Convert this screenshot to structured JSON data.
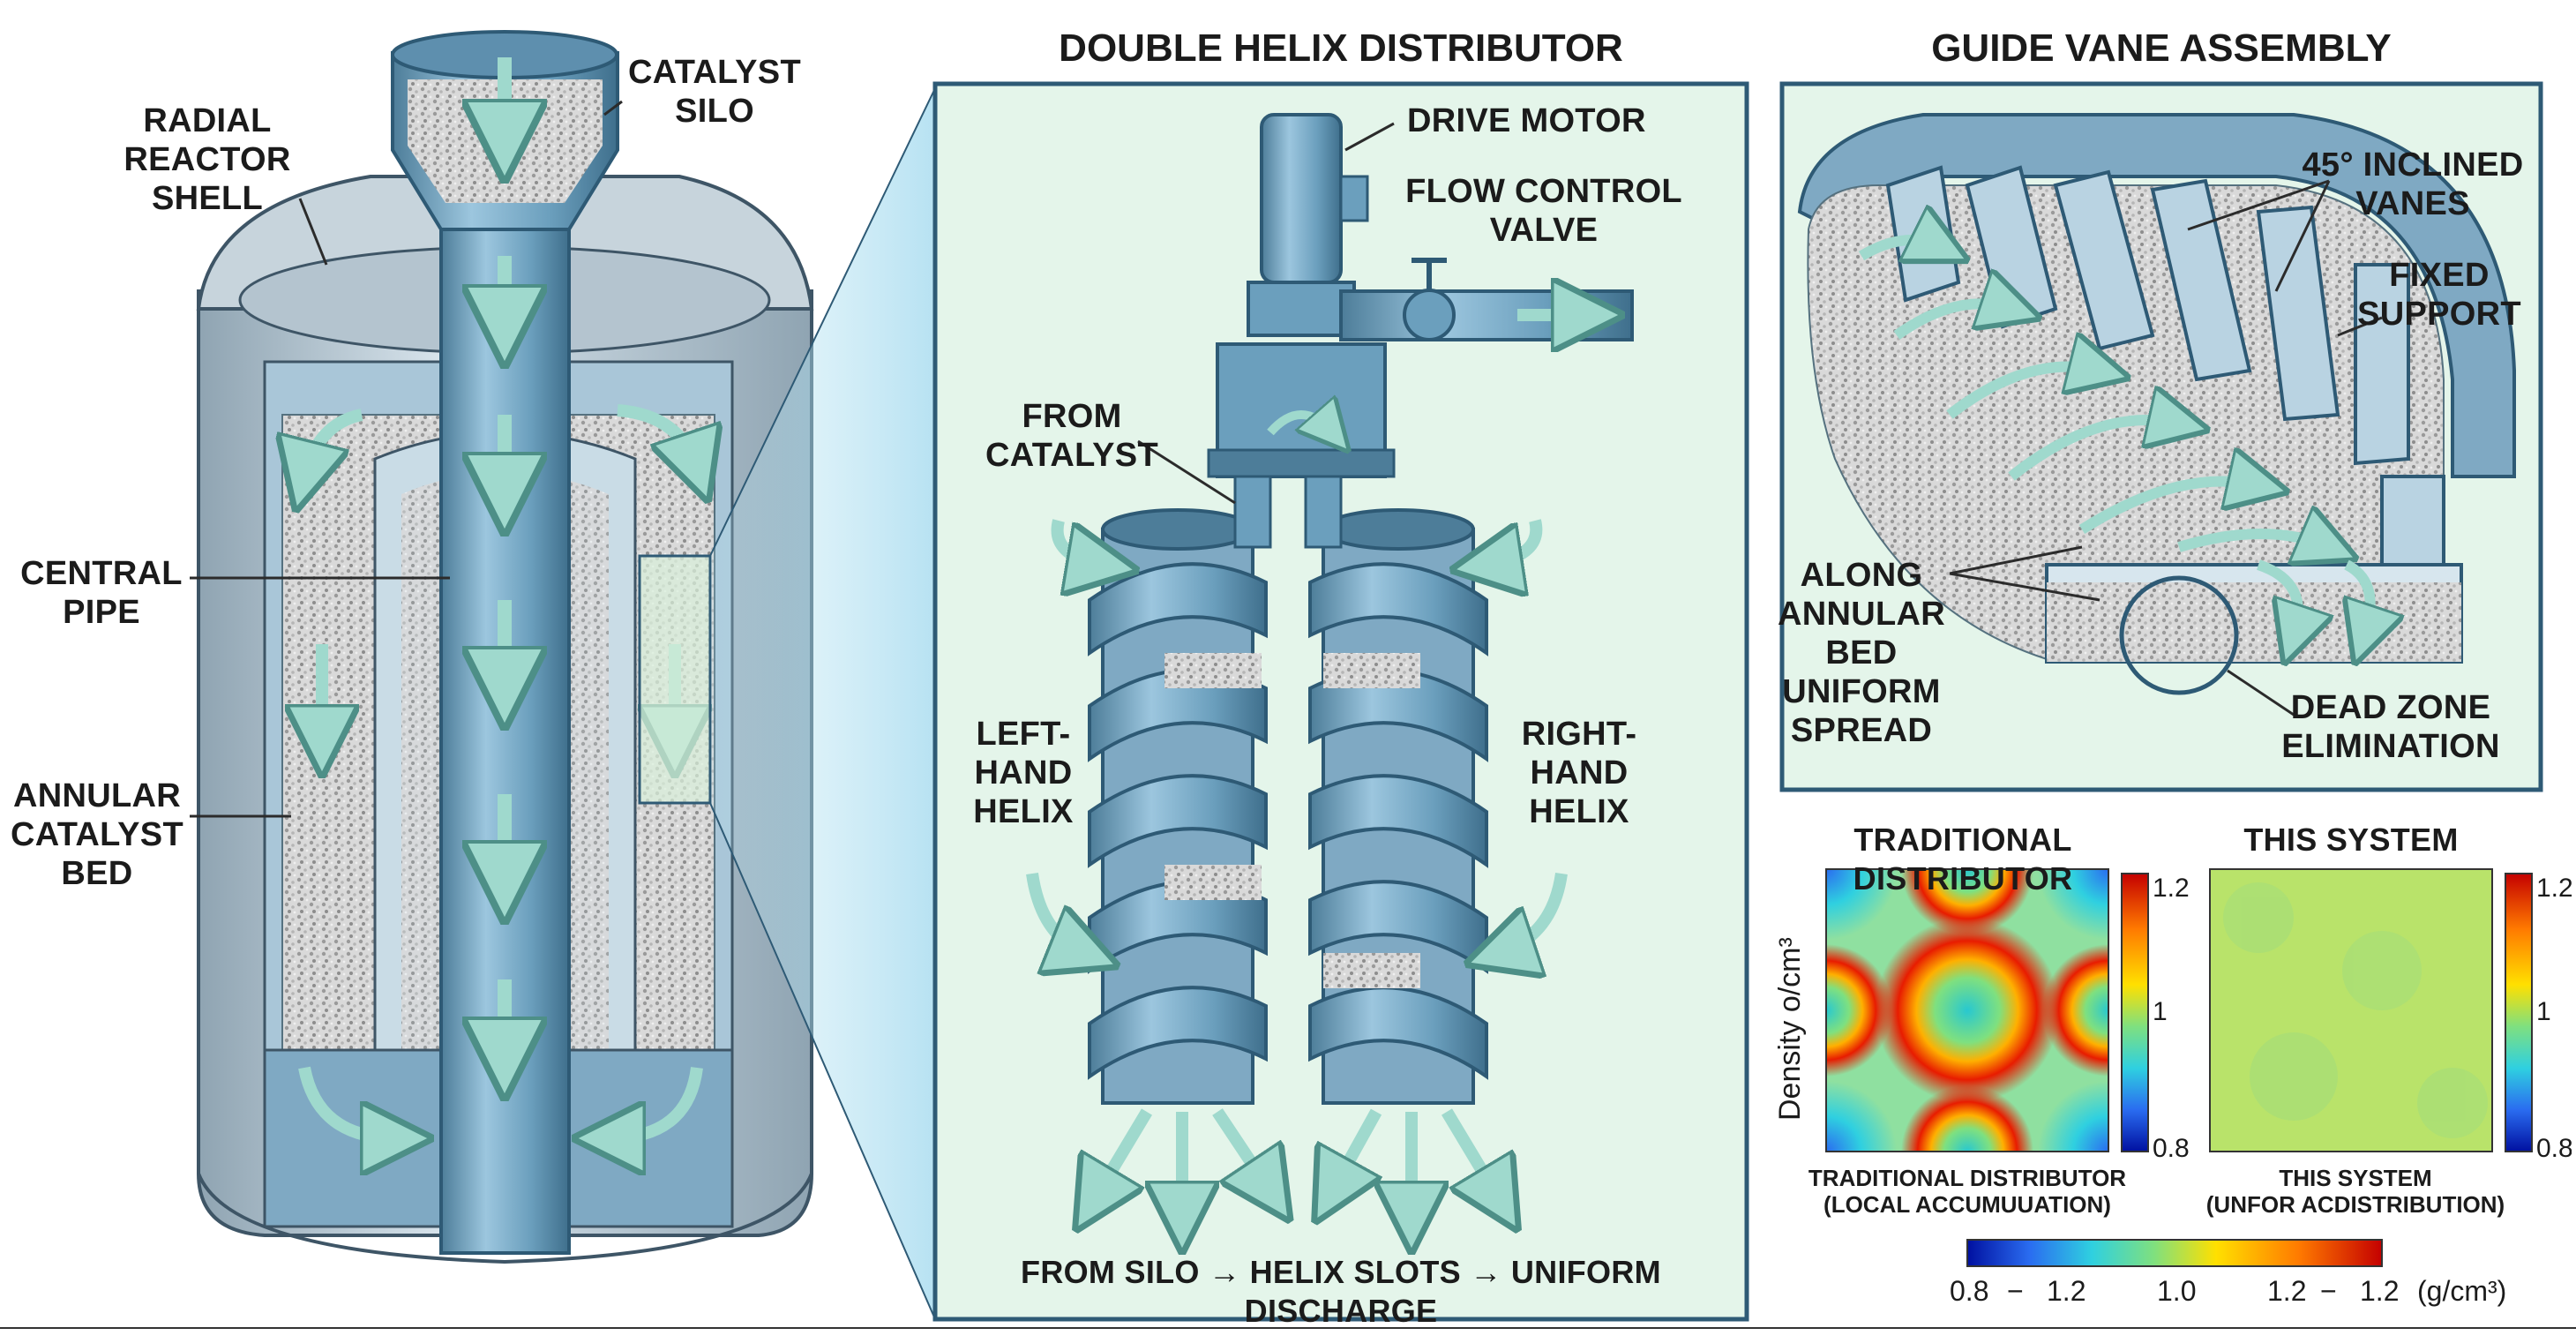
{
  "reactor": {
    "shell_label": "RADIAL\nREACTOR SHELL",
    "silo_label": "CATALYST\nSILO",
    "pipe_label": "CENTRAL\nPIPE",
    "bed_label": "ANNULAR\nCATALYST\nBED"
  },
  "helix_panel": {
    "title": "DOUBLE HELIX DISTRIBUTOR",
    "drive_motor": "DRIVE MOTOR",
    "flow_valve": "FLOW CONTROL\nVALVE",
    "from_catalyst": "FROM\nCATALYST",
    "left_helix": "LEFT-\nHAND\nHELIX",
    "right_helix": "RIGHT-\nHAND\nHELIX",
    "flow_caption": "FROM SILO → HELIX SLOTS → UNIFORM DISCHARGE"
  },
  "vane_panel": {
    "title": "GUIDE VANE ASSEMBLY",
    "inclined": "45° INCLINED\nVANES",
    "support": "FIXED\nSUPPORT",
    "along": "ALONG\nANNULAR\nBED UNIFORM\nSPREAD",
    "dead_zone": "DEAD ZONE\nELIMINATION"
  },
  "heatmaps": {
    "left_title": "TRADITIONAL DISTRIBUTOR",
    "right_title": "THIS SYSTEM",
    "ylabel": "Density o/cm³",
    "left_caption": "TRADITIONAL DISTRIBUTOR\n(LOCAL ACCUMUUATION)",
    "right_caption": "THIS SYSTEM\n(UNFOR ACDISTRIBUTION)",
    "left_ticks": [
      "1.2",
      "1",
      "0.8"
    ],
    "right_ticks": [
      "1.2",
      "1",
      "0.8"
    ],
    "colorbar_labels": [
      "0.8",
      "−",
      "1.2",
      "1.0",
      "1.2",
      "−",
      "1.2",
      "(g/cm³)"
    ]
  },
  "chart_data": [
    {
      "type": "heatmap",
      "title": "TRADITIONAL DISTRIBUTOR",
      "ylabel": "Density o/cm³",
      "colorbar_range": [
        0.8,
        1.2
      ],
      "pattern": "diamond-lattice with high-density rings and low-density centers"
    },
    {
      "type": "heatmap",
      "title": "THIS SYSTEM",
      "colorbar_range": [
        0.8,
        1.2
      ],
      "pattern": "near-uniform around 1.0"
    }
  ],
  "colors": {
    "steel": "#6fa3c2",
    "steel_dark": "#3f6f8c",
    "steel_light": "#cfe2ee",
    "panel_bg": "#e8f6ee",
    "arrow": "#9fd9cd",
    "catalyst": "#cfcfcf"
  }
}
